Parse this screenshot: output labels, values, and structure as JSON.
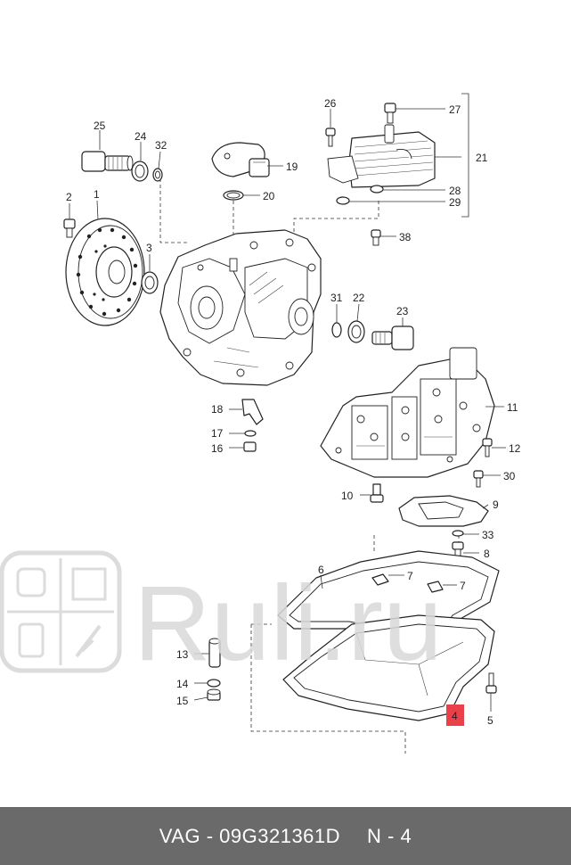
{
  "callouts": [
    {
      "id": "c1",
      "label": "1"
    },
    {
      "id": "c2",
      "label": "2"
    },
    {
      "id": "c3",
      "label": "3"
    },
    {
      "id": "c4",
      "label": "4",
      "highlight": true
    },
    {
      "id": "c5",
      "label": "5"
    },
    {
      "id": "c6",
      "label": "6"
    },
    {
      "id": "c7a",
      "label": "7"
    },
    {
      "id": "c7b",
      "label": "7"
    },
    {
      "id": "c8",
      "label": "8"
    },
    {
      "id": "c9",
      "label": "9"
    },
    {
      "id": "c10",
      "label": "10"
    },
    {
      "id": "c11",
      "label": "11"
    },
    {
      "id": "c12",
      "label": "12"
    },
    {
      "id": "c13",
      "label": "13"
    },
    {
      "id": "c14",
      "label": "14"
    },
    {
      "id": "c15",
      "label": "15"
    },
    {
      "id": "c16",
      "label": "16"
    },
    {
      "id": "c17",
      "label": "17"
    },
    {
      "id": "c18",
      "label": "18"
    },
    {
      "id": "c19",
      "label": "19"
    },
    {
      "id": "c20",
      "label": "20"
    },
    {
      "id": "c21",
      "label": "21"
    },
    {
      "id": "c22",
      "label": "22"
    },
    {
      "id": "c23",
      "label": "23"
    },
    {
      "id": "c24",
      "label": "24"
    },
    {
      "id": "c25",
      "label": "25"
    },
    {
      "id": "c26",
      "label": "26"
    },
    {
      "id": "c27",
      "label": "27"
    },
    {
      "id": "c28",
      "label": "28"
    },
    {
      "id": "c29",
      "label": "29"
    },
    {
      "id": "c30",
      "label": "30"
    },
    {
      "id": "c31",
      "label": "31"
    },
    {
      "id": "c32",
      "label": "32"
    },
    {
      "id": "c33",
      "label": "33"
    },
    {
      "id": "c38",
      "label": "38"
    }
  ],
  "highlight_color": "#e8414a",
  "watermark": {
    "text": "Ruli.ru",
    "color": "#d9d9d9"
  },
  "footer": {
    "brand": "VAG",
    "part_number": "09G321361D",
    "position": "N - 4",
    "background": "#6a6a6a"
  }
}
